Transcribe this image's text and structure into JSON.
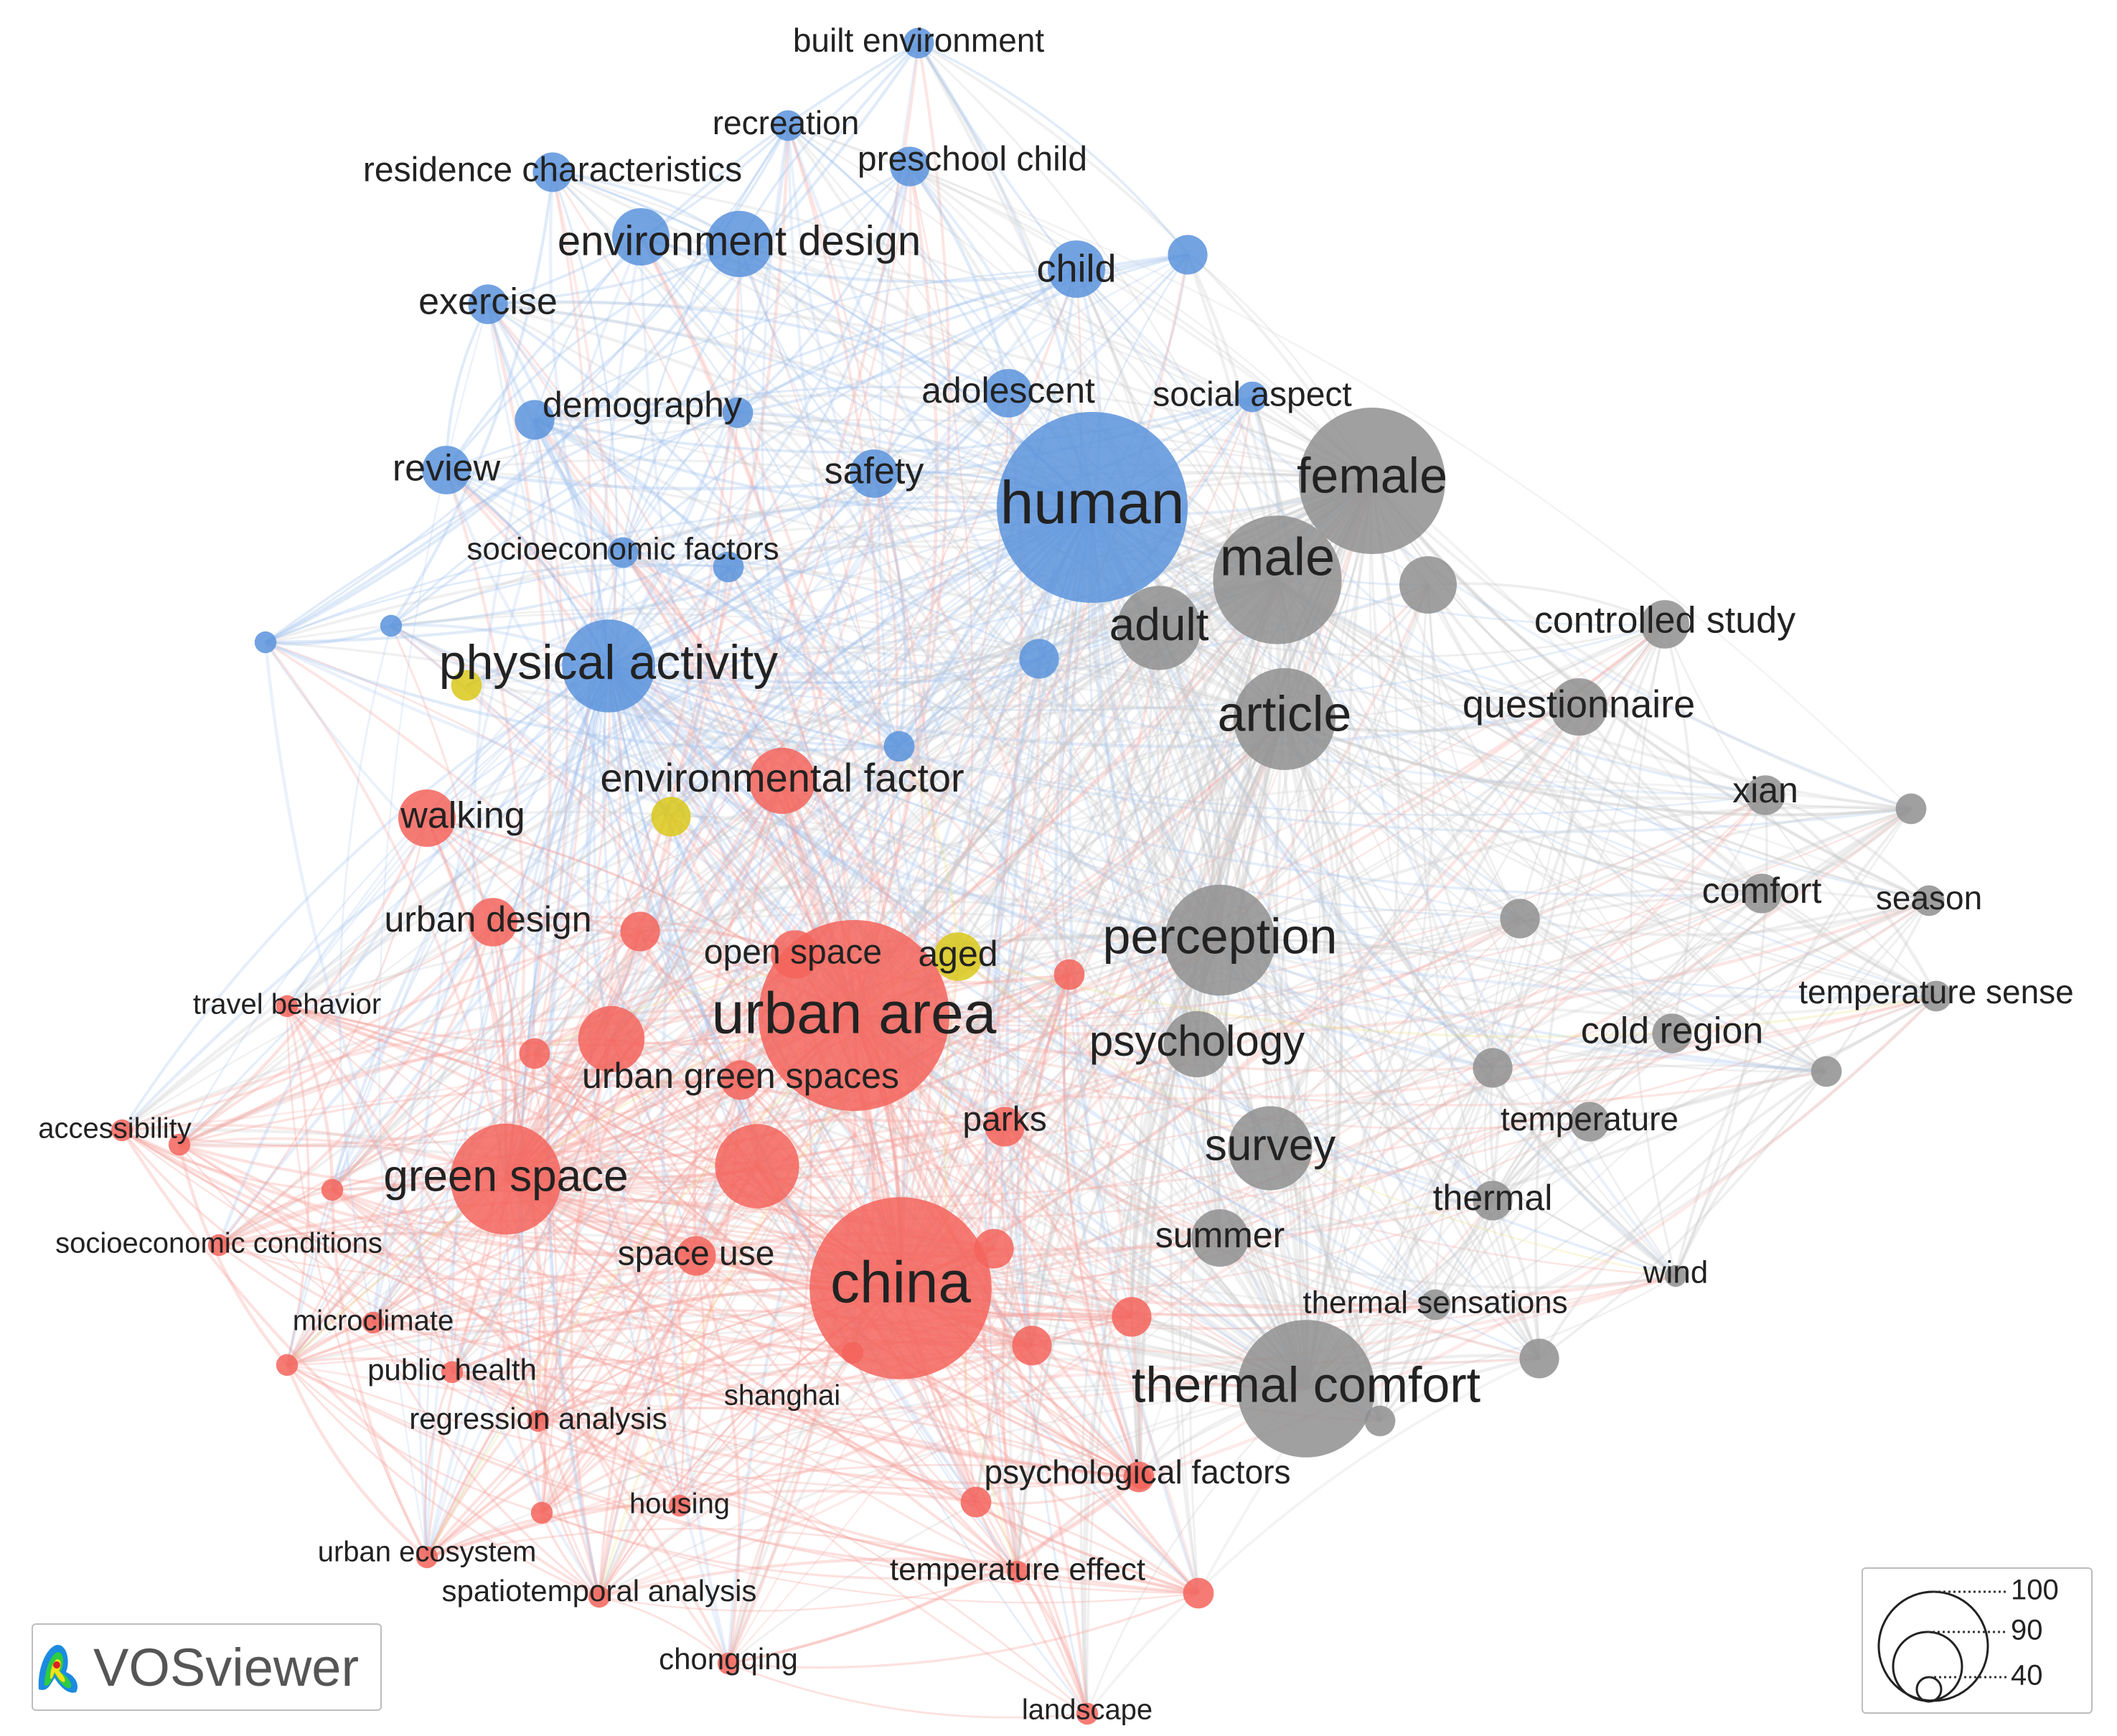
{
  "colors": {
    "blue": "#5b93dc",
    "red": "#f3645c",
    "gray": "#8f8f8f",
    "yellow": "#d9c81a",
    "edge_blue": "#9ec0ec",
    "edge_red": "#f6a19c",
    "edge_gray": "#c9c9c9",
    "edge_yellow": "#e6dc66"
  },
  "logo": {
    "text": "VOSviewer",
    "icon": "vosviewer-heatmap-icon"
  },
  "size_legend": {
    "values": [
      "100",
      "90",
      "40"
    ]
  },
  "nodes": [
    {
      "id": "built_environment",
      "label": "built environment",
      "cluster": "blue",
      "weight": 2
    },
    {
      "id": "recreation",
      "label": "recreation",
      "cluster": "blue",
      "weight": 2
    },
    {
      "id": "residence_characteristics",
      "label": "residence characteristics",
      "cluster": "blue",
      "weight": 3
    },
    {
      "id": "preschool_child",
      "label": "preschool child",
      "cluster": "blue",
      "weight": 3
    },
    {
      "id": "environment_design",
      "label": "environment design",
      "cluster": "blue",
      "weight": 6
    },
    {
      "id": "blue_a",
      "label": "",
      "cluster": "blue",
      "weight": 5
    },
    {
      "id": "child",
      "label": "child",
      "cluster": "blue",
      "weight": 5
    },
    {
      "id": "blue_b",
      "label": "",
      "cluster": "blue",
      "weight": 3
    },
    {
      "id": "exercise",
      "label": "exercise",
      "cluster": "blue",
      "weight": 3
    },
    {
      "id": "demography",
      "label": "demography",
      "cluster": "blue",
      "weight": 3
    },
    {
      "id": "blue_c",
      "label": "",
      "cluster": "blue",
      "weight": 2
    },
    {
      "id": "adolescent",
      "label": "adolescent",
      "cluster": "blue",
      "weight": 4
    },
    {
      "id": "social_aspect",
      "label": "social aspect",
      "cluster": "blue",
      "weight": 2
    },
    {
      "id": "review",
      "label": "review",
      "cluster": "blue",
      "weight": 4
    },
    {
      "id": "safety",
      "label": "safety",
      "cluster": "blue",
      "weight": 4
    },
    {
      "id": "human",
      "label": "human",
      "cluster": "blue",
      "weight": 20
    },
    {
      "id": "socioeconomic_factors",
      "label": "socioeconomic factors",
      "cluster": "blue",
      "weight": 2
    },
    {
      "id": "blue_d",
      "label": "",
      "cluster": "blue",
      "weight": 2
    },
    {
      "id": "blue_e",
      "label": "",
      "cluster": "blue",
      "weight": 1
    },
    {
      "id": "blue_f",
      "label": "",
      "cluster": "blue",
      "weight": 1
    },
    {
      "id": "physical_activity",
      "label": "physical activity",
      "cluster": "blue",
      "weight": 9
    },
    {
      "id": "blue_g",
      "label": "",
      "cluster": "blue",
      "weight": 3
    },
    {
      "id": "blue_h",
      "label": "",
      "cluster": "blue",
      "weight": 2
    },
    {
      "id": "female",
      "label": "female",
      "cluster": "gray",
      "weight": 15
    },
    {
      "id": "male",
      "label": "male",
      "cluster": "gray",
      "weight": 13
    },
    {
      "id": "gray_a",
      "label": "",
      "cluster": "gray",
      "weight": 5
    },
    {
      "id": "adult",
      "label": "adult",
      "cluster": "gray",
      "weight": 8
    },
    {
      "id": "controlled_study",
      "label": "controlled study",
      "cluster": "gray",
      "weight": 4
    },
    {
      "id": "article",
      "label": "article",
      "cluster": "gray",
      "weight": 10
    },
    {
      "id": "questionnaire",
      "label": "questionnaire",
      "cluster": "gray",
      "weight": 5
    },
    {
      "id": "xian",
      "label": "xian",
      "cluster": "gray",
      "weight": 3
    },
    {
      "id": "gray_b",
      "label": "",
      "cluster": "gray",
      "weight": 2
    },
    {
      "id": "comfort",
      "label": "comfort",
      "cluster": "gray",
      "weight": 3
    },
    {
      "id": "season",
      "label": "season",
      "cluster": "gray",
      "weight": 2
    },
    {
      "id": "gray_c",
      "label": "",
      "cluster": "gray",
      "weight": 3
    },
    {
      "id": "perception",
      "label": "perception",
      "cluster": "gray",
      "weight": 11
    },
    {
      "id": "temperature_sense",
      "label": "temperature sense",
      "cluster": "gray",
      "weight": 2
    },
    {
      "id": "cold_region",
      "label": "cold region",
      "cluster": "gray",
      "weight": 3
    },
    {
      "id": "psychology",
      "label": "psychology",
      "cluster": "gray",
      "weight": 6
    },
    {
      "id": "gray_d",
      "label": "",
      "cluster": "gray",
      "weight": 3
    },
    {
      "id": "gray_e",
      "label": "",
      "cluster": "gray",
      "weight": 2
    },
    {
      "id": "temperature",
      "label": "temperature",
      "cluster": "gray",
      "weight": 3
    },
    {
      "id": "survey",
      "label": "survey",
      "cluster": "gray",
      "weight": 8
    },
    {
      "id": "thermal",
      "label": "thermal",
      "cluster": "gray",
      "weight": 3
    },
    {
      "id": "summer",
      "label": "summer",
      "cluster": "gray",
      "weight": 5
    },
    {
      "id": "wind",
      "label": "wind",
      "cluster": "gray",
      "weight": 1
    },
    {
      "id": "thermal_sensations",
      "label": "thermal sensations",
      "cluster": "gray",
      "weight": 2
    },
    {
      "id": "thermal_comfort",
      "label": "thermal comfort",
      "cluster": "gray",
      "weight": 14
    },
    {
      "id": "gray_f",
      "label": "",
      "cluster": "gray",
      "weight": 3
    },
    {
      "id": "gray_g",
      "label": "",
      "cluster": "gray",
      "weight": 2
    },
    {
      "id": "yellow_a",
      "label": "",
      "cluster": "yellow",
      "weight": 2
    },
    {
      "id": "yellow_b",
      "label": "",
      "cluster": "yellow",
      "weight": 3
    },
    {
      "id": "aged",
      "label": "aged",
      "cluster": "yellow",
      "weight": 4
    },
    {
      "id": "walking",
      "label": "walking",
      "cluster": "red",
      "weight": 5
    },
    {
      "id": "environmental_factor",
      "label": "environmental factor",
      "cluster": "red",
      "weight": 6
    },
    {
      "id": "urban_design",
      "label": "urban design",
      "cluster": "red",
      "weight": 4
    },
    {
      "id": "red_a",
      "label": "",
      "cluster": "red",
      "weight": 3
    },
    {
      "id": "open_space",
      "label": "open space",
      "cluster": "red",
      "weight": 4
    },
    {
      "id": "red_b",
      "label": "",
      "cluster": "red",
      "weight": 2
    },
    {
      "id": "urban_area",
      "label": "urban area",
      "cluster": "red",
      "weight": 20
    },
    {
      "id": "travel_behavior",
      "label": "travel behavior",
      "cluster": "red",
      "weight": 1
    },
    {
      "id": "red_c",
      "label": "",
      "cluster": "red",
      "weight": 2
    },
    {
      "id": "red_d",
      "label": "",
      "cluster": "red",
      "weight": 6
    },
    {
      "id": "urban_green_spaces",
      "label": "urban green spaces",
      "cluster": "red",
      "weight": 3
    },
    {
      "id": "parks",
      "label": "parks",
      "cluster": "red",
      "weight": 3
    },
    {
      "id": "accessibility",
      "label": "accessibility",
      "cluster": "red",
      "weight": 1
    },
    {
      "id": "red_e",
      "label": "",
      "cluster": "red",
      "weight": 1
    },
    {
      "id": "green_space",
      "label": "green space",
      "cluster": "red",
      "weight": 11
    },
    {
      "id": "red_f",
      "label": "",
      "cluster": "red",
      "weight": 8
    },
    {
      "id": "red_g",
      "label": "",
      "cluster": "red",
      "weight": 1
    },
    {
      "id": "socioeconomic_conditions",
      "label": "socioeconomic conditions",
      "cluster": "red",
      "weight": 1
    },
    {
      "id": "space_use",
      "label": "space use",
      "cluster": "red",
      "weight": 3
    },
    {
      "id": "china",
      "label": "china",
      "cluster": "red",
      "weight": 19
    },
    {
      "id": "red_h",
      "label": "",
      "cluster": "red",
      "weight": 3
    },
    {
      "id": "red_i",
      "label": "",
      "cluster": "red",
      "weight": 3
    },
    {
      "id": "microclimate",
      "label": "microclimate",
      "cluster": "red",
      "weight": 1
    },
    {
      "id": "red_j",
      "label": "",
      "cluster": "red",
      "weight": 3
    },
    {
      "id": "public_health",
      "label": "public health",
      "cluster": "red",
      "weight": 1
    },
    {
      "id": "red_k",
      "label": "",
      "cluster": "red",
      "weight": 1
    },
    {
      "id": "shanghai",
      "label": "shanghai",
      "cluster": "red",
      "weight": 1
    },
    {
      "id": "regression_analysis",
      "label": "regression analysis",
      "cluster": "red",
      "weight": 1
    },
    {
      "id": "psychological_factors",
      "label": "psychological factors",
      "cluster": "red",
      "weight": 2
    },
    {
      "id": "red_l",
      "label": "",
      "cluster": "red",
      "weight": 1
    },
    {
      "id": "red_m",
      "label": "",
      "cluster": "red",
      "weight": 2
    },
    {
      "id": "housing",
      "label": "housing",
      "cluster": "red",
      "weight": 1
    },
    {
      "id": "red_n",
      "label": "",
      "cluster": "red",
      "weight": 1
    },
    {
      "id": "urban_ecosystem",
      "label": "urban ecosystem",
      "cluster": "red",
      "weight": 1
    },
    {
      "id": "temperature_effect",
      "label": "temperature effect",
      "cluster": "red",
      "weight": 1
    },
    {
      "id": "red_o",
      "label": "",
      "cluster": "red",
      "weight": 2
    },
    {
      "id": "spatiotemporal_analysis",
      "label": "spatiotemporal analysis",
      "cluster": "red",
      "weight": 1
    },
    {
      "id": "chongqing",
      "label": "chongqing",
      "cluster": "red",
      "weight": 1
    },
    {
      "id": "landscape",
      "label": "landscape",
      "cluster": "red",
      "weight": 1
    }
  ]
}
